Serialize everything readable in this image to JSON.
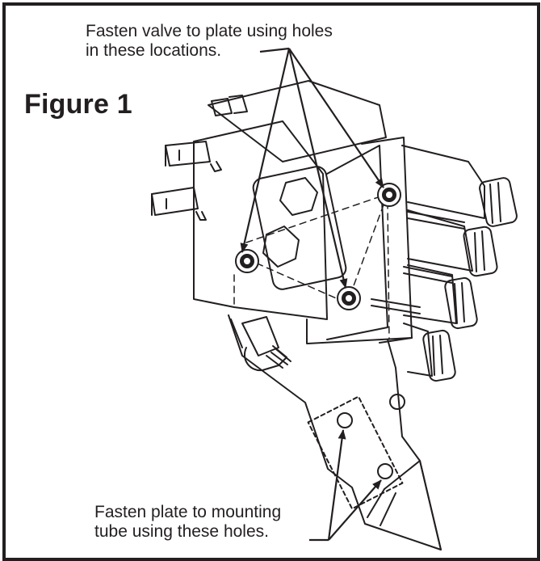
{
  "figure": {
    "title": "Figure 1"
  },
  "callouts": {
    "valve_holes": {
      "line1": "Fasten valve to plate using holes",
      "line2": "in these locations."
    },
    "plate_holes": {
      "line1": "Fasten plate to mounting",
      "line2": "tube using these holes."
    }
  },
  "colors": {
    "ink": "#231f20",
    "background": "#ffffff"
  }
}
